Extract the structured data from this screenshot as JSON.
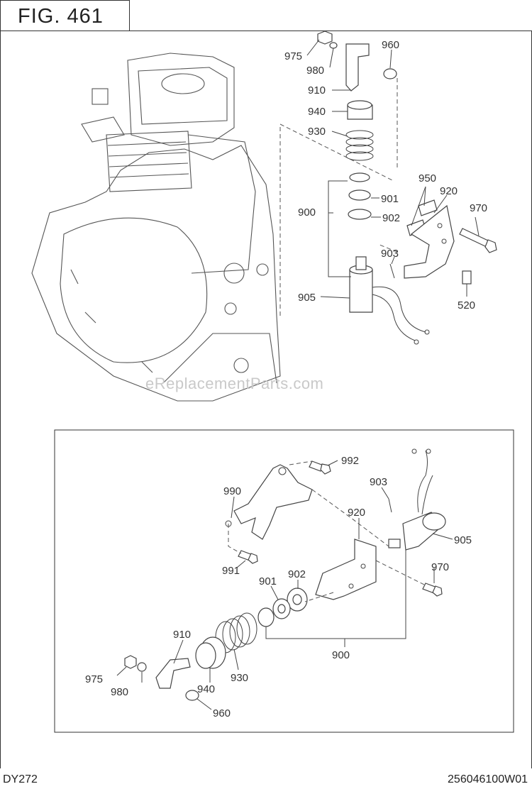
{
  "figure": {
    "title": "FIG. 461"
  },
  "footer": {
    "model": "DY272",
    "part_number": "256046100W01"
  },
  "watermark": "eReplacementParts.com",
  "top_callouts": {
    "c975": "975",
    "c980": "980",
    "c960": "960",
    "c910": "910",
    "c940": "940",
    "c930": "930",
    "c950": "950",
    "c920": "920",
    "c900": "900",
    "c901": "901",
    "c902": "902",
    "c970": "970",
    "c903": "903",
    "c905": "905",
    "c520": "520"
  },
  "bottom_callouts": {
    "c992": "992",
    "c903": "903",
    "c990": "990",
    "c920": "920",
    "c905": "905",
    "c991": "991",
    "c901": "901",
    "c902": "902",
    "c970": "970",
    "c910": "910",
    "c900": "900",
    "c975": "975",
    "c980": "980",
    "c930": "930",
    "c940": "940",
    "c960": "960"
  }
}
